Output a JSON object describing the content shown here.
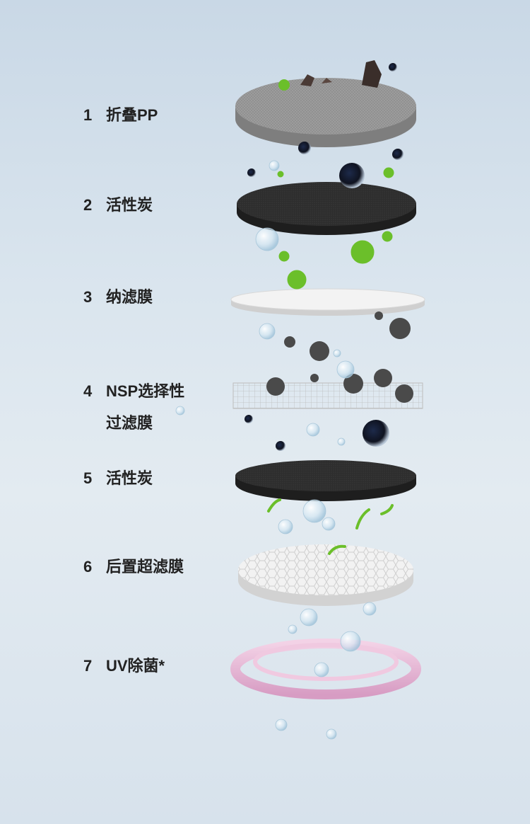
{
  "layers": [
    {
      "num": "1",
      "text": "折叠PP"
    },
    {
      "num": "2",
      "text": "活性炭"
    },
    {
      "num": "3",
      "text": "纳滤膜"
    },
    {
      "num": "4",
      "text": "NSP选择性",
      "text2": "过滤膜"
    },
    {
      "num": "5",
      "text": "活性炭"
    },
    {
      "num": "6",
      "text": "后置超滤膜"
    },
    {
      "num": "7",
      "text": "UV除菌*"
    }
  ],
  "colors": {
    "background": "#d7e2ec",
    "pp_filter": "#9b9b9b",
    "carbon": "#2b2b2b",
    "nano_membrane": "#eeeeee",
    "nsp_mesh": "#c9c9c9",
    "ultrafiltration": "#e8e8e8",
    "uv_ring": "#e6b9d6",
    "virus_green": "#6bbf2a",
    "virus_dark": "#444444",
    "bubble": "#cfe3ef"
  }
}
